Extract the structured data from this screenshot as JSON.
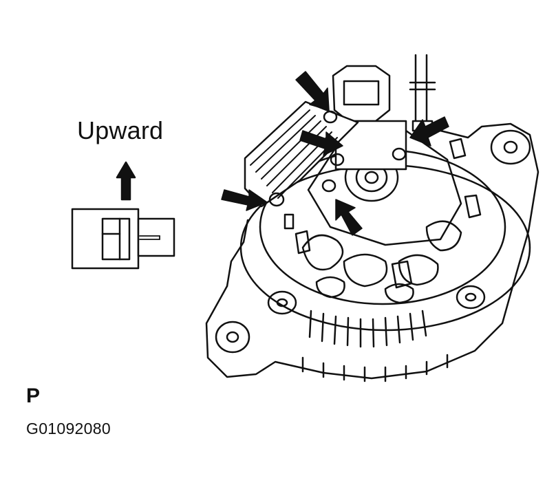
{
  "direction_label": "Upward",
  "section_marker": "P",
  "figure_code": "G01092080",
  "colors": {
    "ink": "#111111",
    "background": "#ffffff"
  },
  "icons": [
    "upward-arrow-icon",
    "connector-icon",
    "callout-arrow-icon"
  ]
}
